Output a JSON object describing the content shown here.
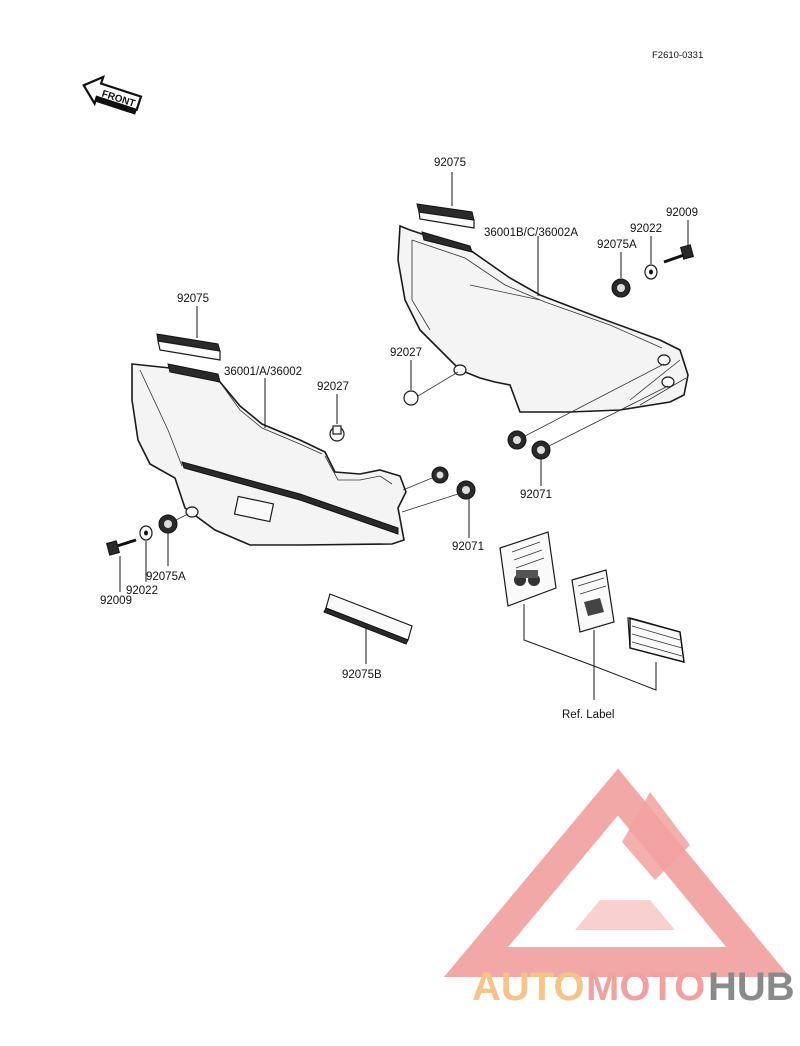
{
  "figure_code": "F2610-0331",
  "front_label": "FRONT",
  "parts": {
    "tape_right": "92075",
    "cover_right": "36001B/C/36002A",
    "grommet_right": "92075A",
    "washer_right": "92022",
    "bolt_right": "92009",
    "tape_left": "92075",
    "cover_left": "36001/A/36002",
    "damper_left": "92027",
    "damper_right": "92027",
    "damper_grommet_right": "92071",
    "damper_grommet_left": "92071",
    "bolt_left": "92009",
    "washer_left": "92022",
    "grommet_left": "92075A",
    "tape_bottom": "92075B",
    "ref_label": "Ref. Label"
  },
  "watermark": {
    "part1": "AUTO",
    "part2": "MOTO",
    "part3": "HUB",
    "color_light": "#f6c38a",
    "color_pink": "#f2a1a1",
    "color_gray": "#8a8a8a"
  }
}
